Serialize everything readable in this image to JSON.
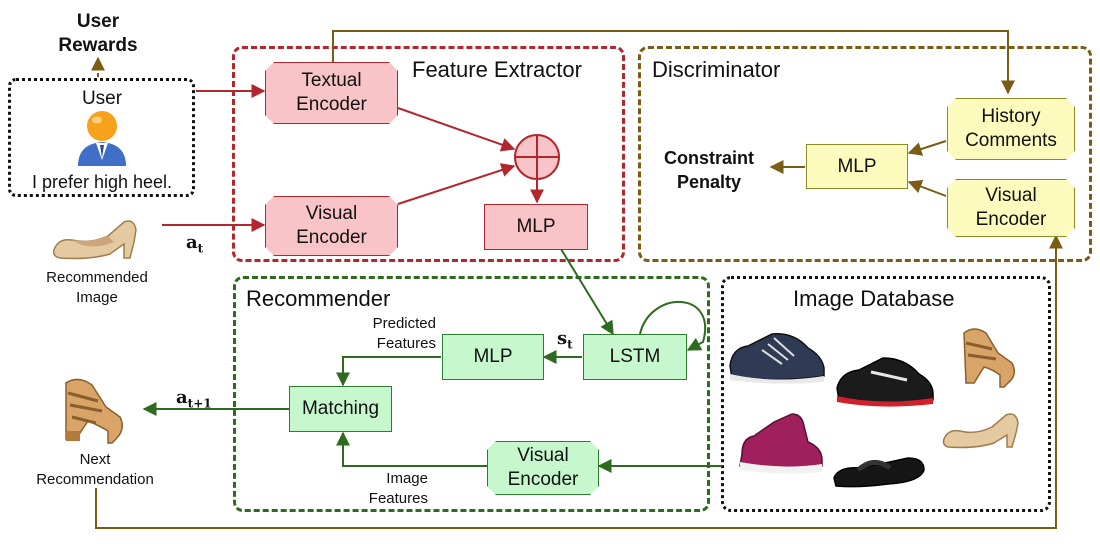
{
  "user_rewards": {
    "line1": "User",
    "line2": "Rewards"
  },
  "user": {
    "label": "User",
    "caption": "I prefer high heel."
  },
  "recommended_image": {
    "line1": "Recommended",
    "line2": "Image"
  },
  "next_recommendation": {
    "line1": "Next",
    "line2": "Recommendation"
  },
  "action_t": {
    "base": "a",
    "sub": "t"
  },
  "action_t1": {
    "base": "a",
    "sub": "t+1"
  },
  "state_t": {
    "base": "s",
    "sub": "t"
  },
  "feature_extractor": {
    "title": "Feature Extractor",
    "textual_encoder": {
      "line1": "Textual",
      "line2": "Encoder"
    },
    "visual_encoder": {
      "line1": "Visual",
      "line2": "Encoder"
    },
    "mlp": "MLP"
  },
  "discriminator": {
    "title": "Discriminator",
    "history_comments": {
      "line1": "History",
      "line2": "Comments"
    },
    "visual_encoder": {
      "line1": "Visual",
      "line2": "Encoder"
    },
    "mlp": "MLP",
    "constraint_penalty": {
      "line1": "Constraint",
      "line2": "Penalty"
    }
  },
  "recommender": {
    "title": "Recommender",
    "mlp": "MLP",
    "lstm": "LSTM",
    "matching": "Matching",
    "visual_encoder": {
      "line1": "Visual",
      "line2": "Encoder"
    },
    "predicted_features": {
      "line1": "Predicted",
      "line2": "Features"
    },
    "image_features": {
      "line1": "Image",
      "line2": "Features"
    }
  },
  "image_database": {
    "title": "Image Database"
  },
  "colors": {
    "feature_extractor": "#b3262e",
    "discriminator": "#7a5c14",
    "recommender": "#2d6b1f",
    "database": "#111111"
  }
}
